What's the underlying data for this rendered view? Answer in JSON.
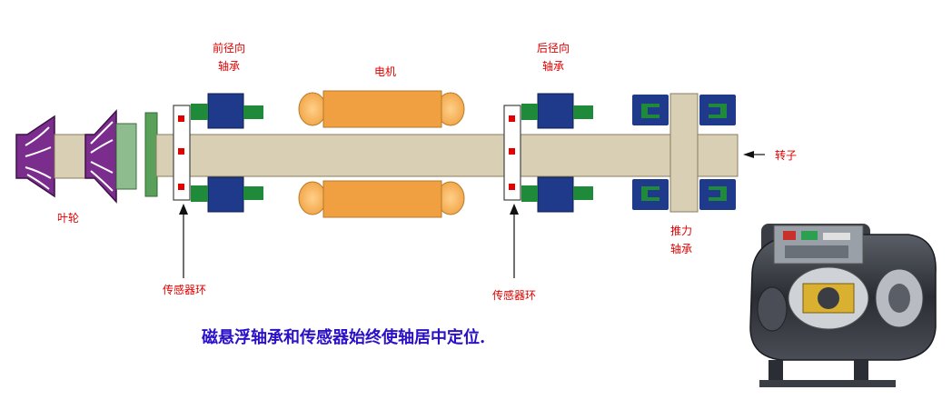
{
  "labels": {
    "front_radial_bearing": [
      "前径向",
      "轴承"
    ],
    "motor": "电机",
    "rear_radial_bearing": [
      "后径向",
      "轴承"
    ],
    "rotor": "转子",
    "impeller": "叶轮",
    "thrust_bearing": [
      "推力",
      "轴承"
    ],
    "sensor_ring_left": "传感器环",
    "sensor_ring_right": "传感器环"
  },
  "caption": "磁悬浮轴承和传感器始终使轴居中定位.",
  "colors": {
    "shaft": "#d9cfb4",
    "bearing_core": "#1f3a8a",
    "bearing_pole": "#1f8a3a",
    "motor": "#f0a040",
    "impeller": "#7b2d8e",
    "label_red": "#e00000",
    "caption_blue": "#2a10c8"
  },
  "icons": {
    "compressor_photo": "compressor-cutaway-illustration"
  }
}
